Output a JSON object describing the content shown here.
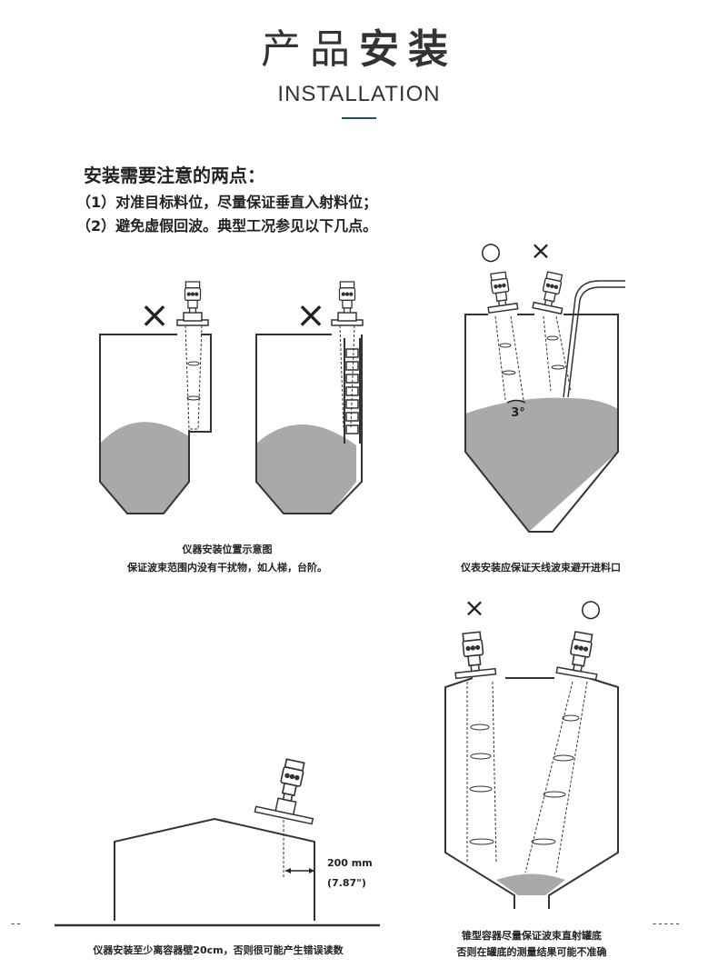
{
  "header": {
    "title_light": "产品",
    "title_bold": "安装",
    "subtitle": "INSTALLATION",
    "accent_color": "#1f4e79"
  },
  "intro": {
    "heading": "安装需要注意的两点：",
    "points": [
      "（1）对准目标料位，尽量保证垂直入射料位；",
      "（2）避免虚假回波。典型工况参见以下几点。"
    ]
  },
  "figures": {
    "fig1": {
      "caption_line1": "仪器安装位置示意图",
      "caption_line2": "保证波束范围内没有干扰物，如人梯，台阶。",
      "marks": [
        "×",
        "×"
      ]
    },
    "fig2": {
      "caption": "仪表安装应保证天线波束避开进料口",
      "marks": [
        "○",
        "×"
      ],
      "angle_label": "3°"
    },
    "fig3": {
      "caption": "仪器安装至少离容器壁20cm，否则很可能产生错误读数",
      "distance_mm": "200 mm",
      "distance_in": "(7.87\")"
    },
    "fig4": {
      "caption_line1": "锥型容器尽量保证波束直射罐底",
      "caption_line2": "否则在罐底的测量结果可能不准确",
      "marks": [
        "×",
        "○"
      ]
    }
  },
  "decor": {
    "dash_left": "--",
    "dash_right": "-----",
    "fill_color": "#a9aaa8",
    "line_color": "#333333"
  }
}
